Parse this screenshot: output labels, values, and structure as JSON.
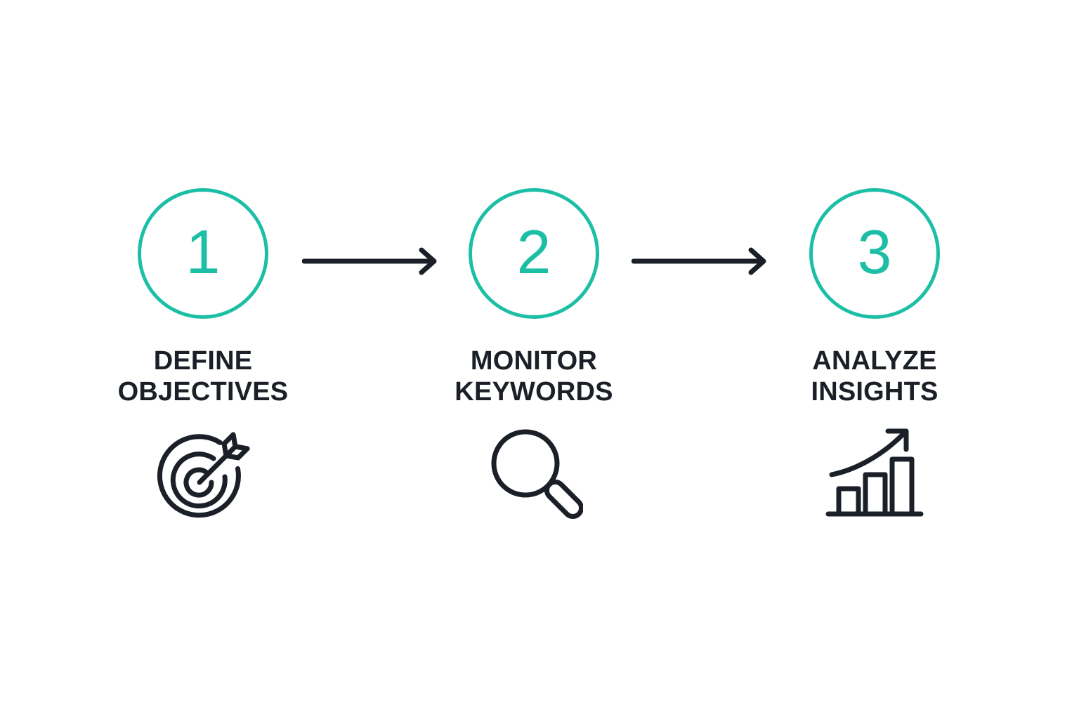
{
  "theme": {
    "background": "#ffffff",
    "accent": "#1CBFA5",
    "dark": "#1B2028"
  },
  "diagram": {
    "type": "horizontal-process-flow",
    "step_count": 3,
    "connector_count": 2,
    "connector_icon": "arrow-right-icon"
  },
  "steps": [
    {
      "number": "1",
      "label": "DEFINE\nOBJECTIVES",
      "label_line_1": "DEFINE",
      "label_line_2": "OBJECTIVES",
      "icon": "target-icon"
    },
    {
      "number": "2",
      "label": "MONITOR\nKEYWORDS",
      "label_line_1": "MONITOR",
      "label_line_2": "KEYWORDS",
      "icon": "magnifier-icon"
    },
    {
      "number": "3",
      "label": "ANALYZE\nINSIGHTS",
      "label_line_1": "ANALYZE",
      "label_line_2": "INSIGHTS",
      "icon": "growth-chart-icon"
    }
  ]
}
